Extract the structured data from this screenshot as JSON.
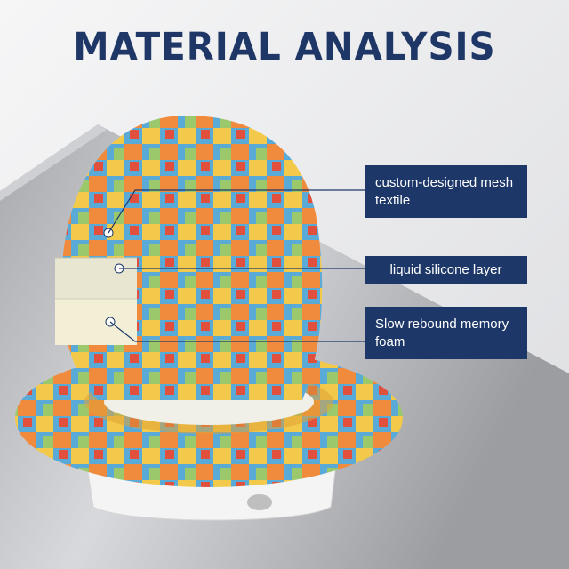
{
  "header": {
    "title": "MATERIAL ANALYSIS"
  },
  "callouts": [
    {
      "label": "custom-designed mesh textile"
    },
    {
      "label": "liquid silicone layer"
    },
    {
      "label": "Slow rebound memory foam"
    }
  ],
  "colors": {
    "title": "#1f3766",
    "callout_bg": "#1d3868",
    "callout_text": "#ffffff",
    "fabric_blue": "#5aaad8",
    "fabric_yellow": "#f2c94a",
    "fabric_orange": "#f08a3c",
    "fabric_red": "#e0503c",
    "fabric_green": "#9bc86a",
    "silicone": "#e8e6d0",
    "foam": "#f3efd6"
  },
  "icons": {
    "product": "earpad-cushion-image"
  }
}
